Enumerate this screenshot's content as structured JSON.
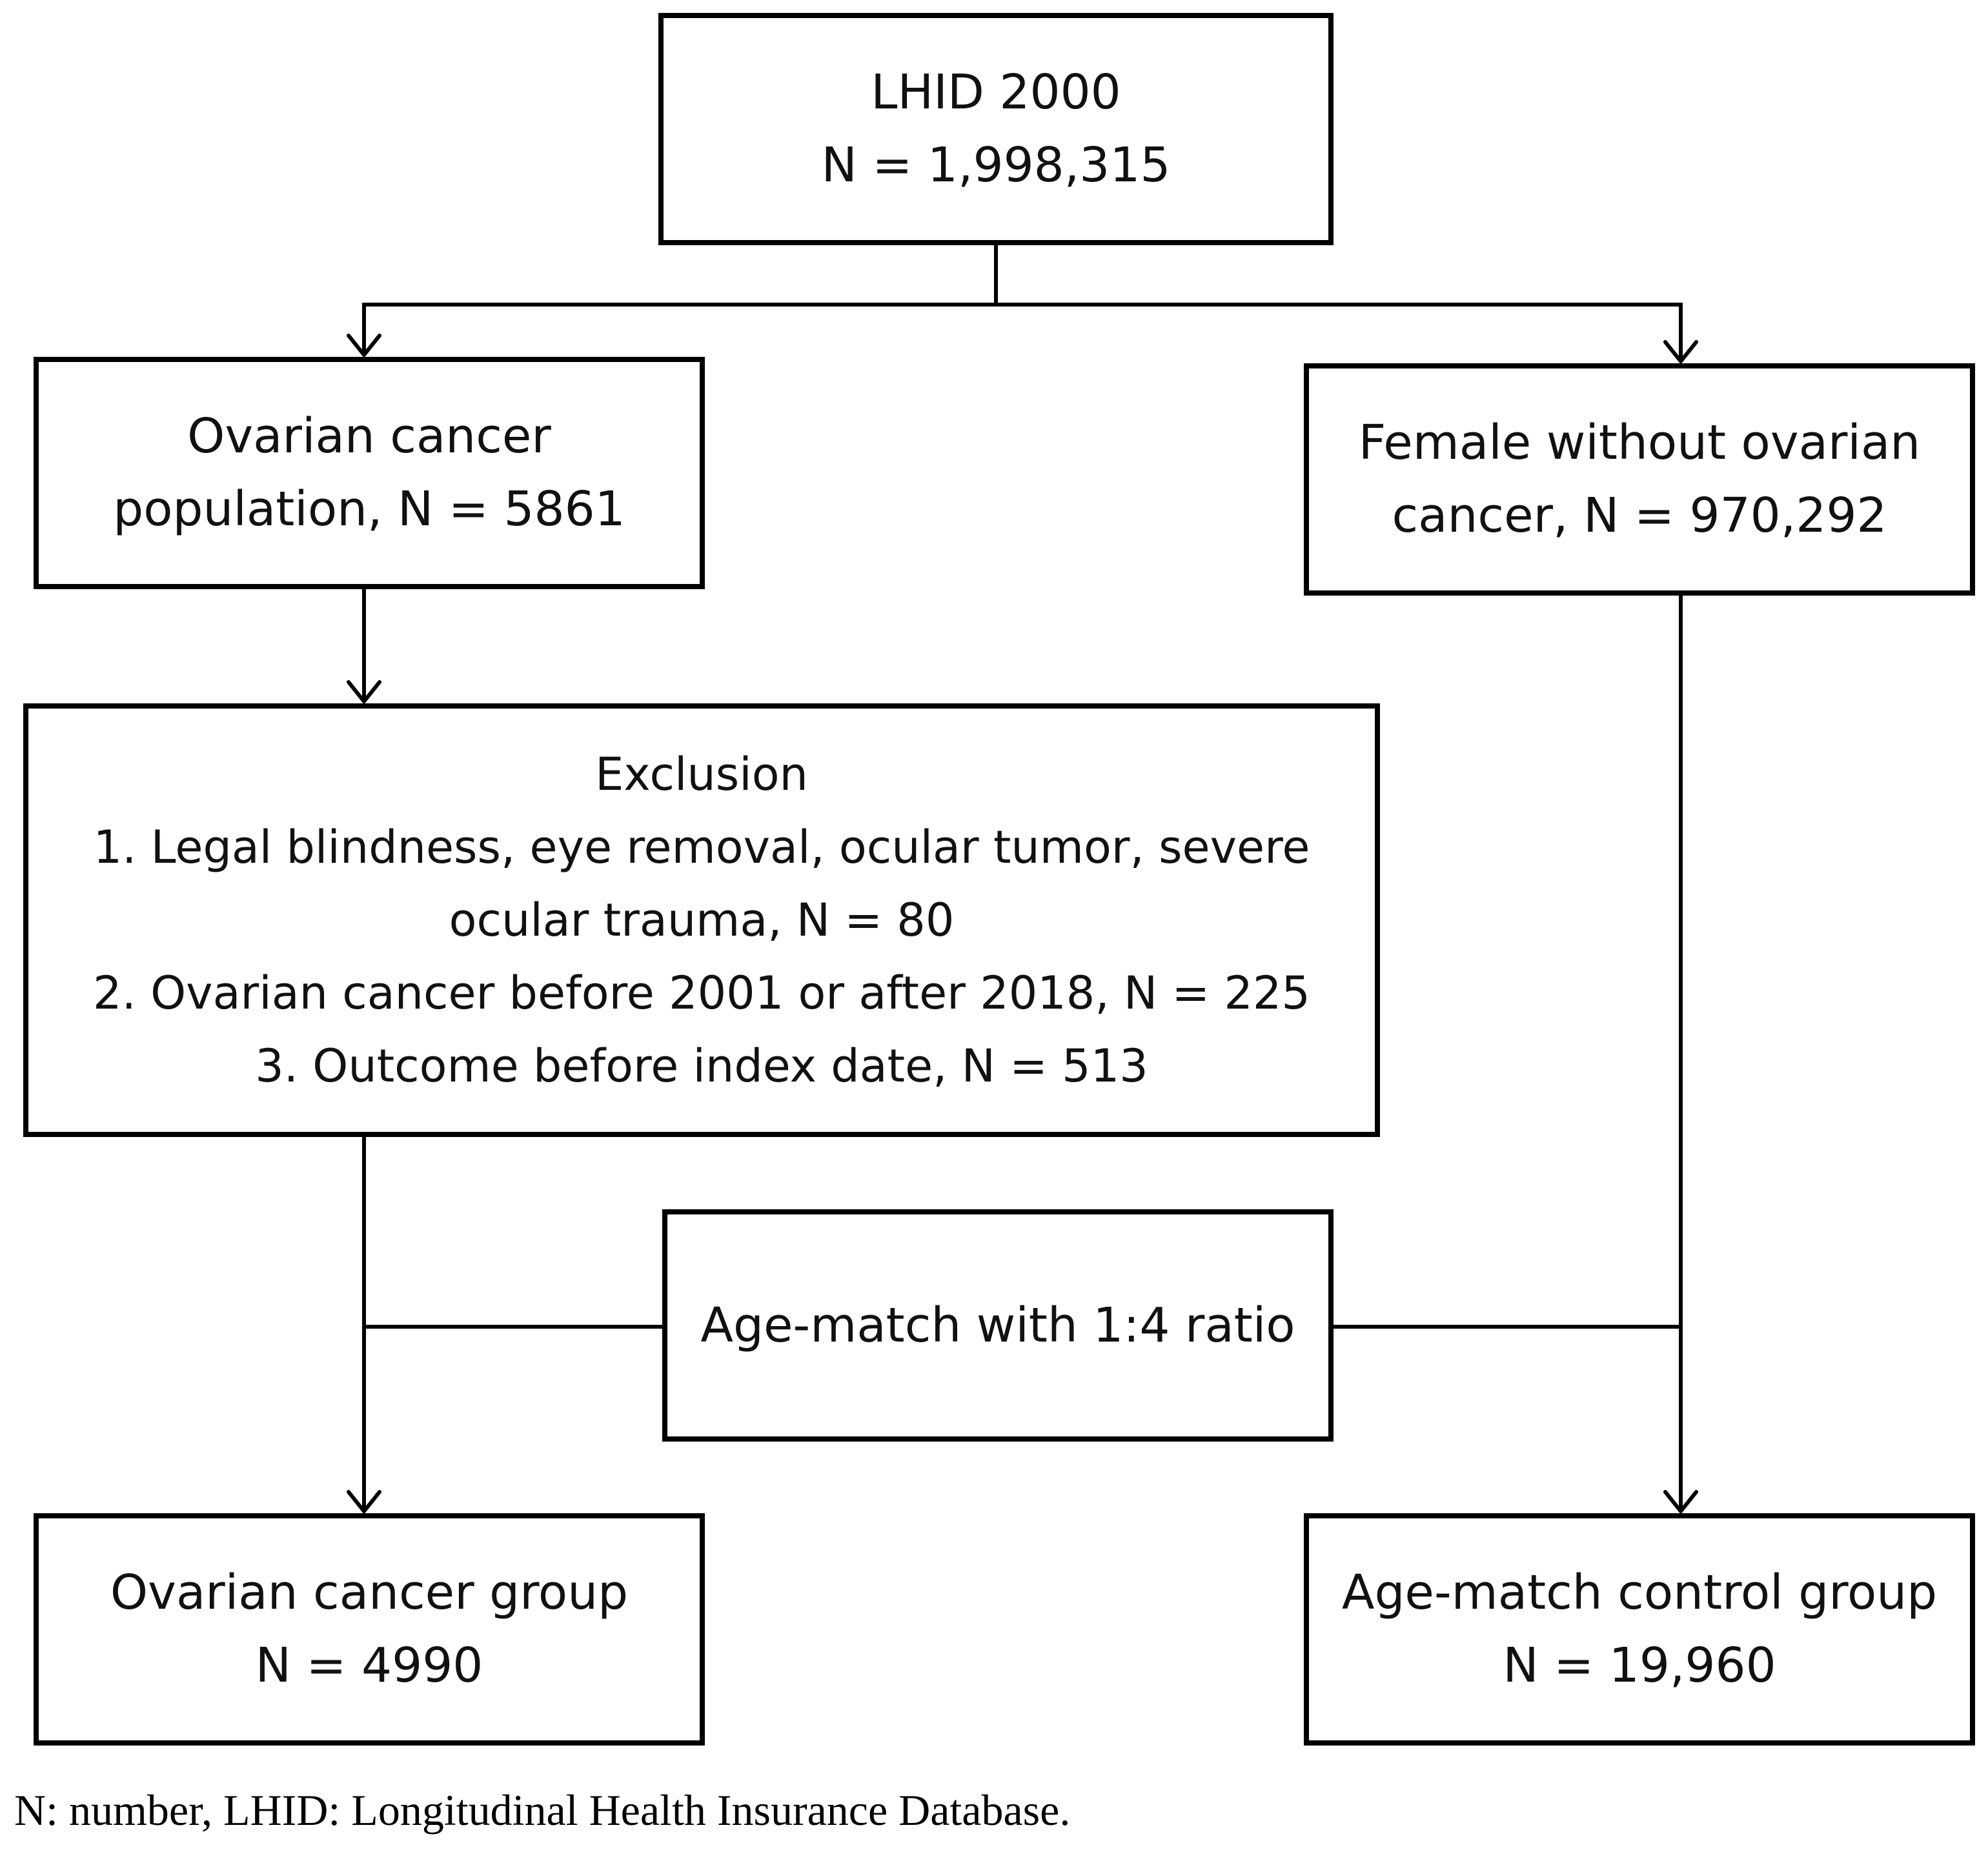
{
  "nodes": {
    "lhid": {
      "line1": "LHID 2000",
      "line2": "N = 1,998,315"
    },
    "ovarian_population": {
      "line1": "Ovarian cancer",
      "line2": "population, N = 5861"
    },
    "female_without": {
      "line1": "Female without ovarian",
      "line2": "cancer, N = 970,292"
    },
    "exclusion": {
      "title": "Exclusion",
      "item1_line1": "1. Legal blindness, eye removal, ocular tumor, severe",
      "item1_line2": "ocular trauma, N = 80",
      "item2": "2. Ovarian cancer before 2001 or after 2018, N = 225",
      "item3": "3. Outcome before index date, N = 513"
    },
    "age_match": {
      "label": "Age-match with 1:4 ratio"
    },
    "ovarian_group": {
      "line1": "Ovarian cancer group",
      "line2": "N = 4990"
    },
    "control_group": {
      "line1": "Age-match control group",
      "line2": "N = 19,960"
    }
  },
  "footnote": "N: number, LHID: Longitudinal Health Insurance Database."
}
